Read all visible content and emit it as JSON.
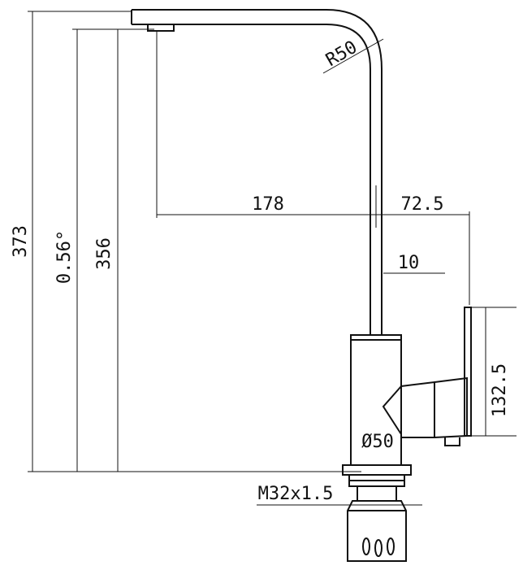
{
  "dimensions": {
    "total_height": "373",
    "angle": "0.56°",
    "spout_height": "356",
    "spout_reach": "178",
    "body_offset": "72.5",
    "tube_diameter": "10",
    "lever_height": "132.5",
    "radius": "R50",
    "base_diameter": "Ø50",
    "thread": "M32x1.5"
  }
}
